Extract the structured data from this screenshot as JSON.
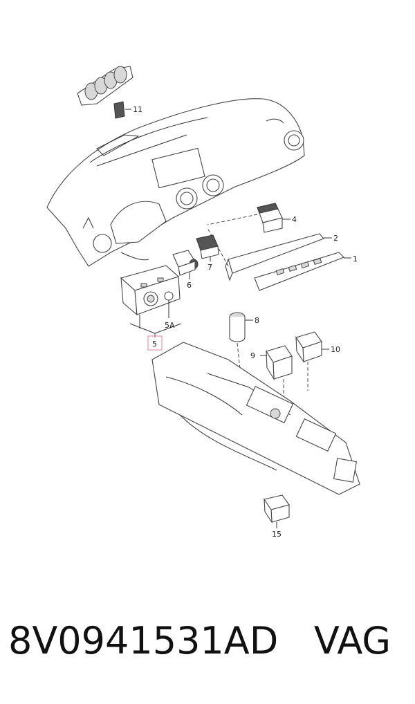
{
  "diagram": {
    "part_labels": {
      "p1": "1",
      "p2": "2",
      "p4": "4",
      "p5": "5",
      "p5a": "5A",
      "p6": "6",
      "p7": "7",
      "p8": "8",
      "p9": "9",
      "p10": "10",
      "p11": "11",
      "p15": "15"
    },
    "highlight_color": "#e89aa8"
  },
  "caption": {
    "part_number": "8V0941531AD",
    "brand": "VAG"
  }
}
